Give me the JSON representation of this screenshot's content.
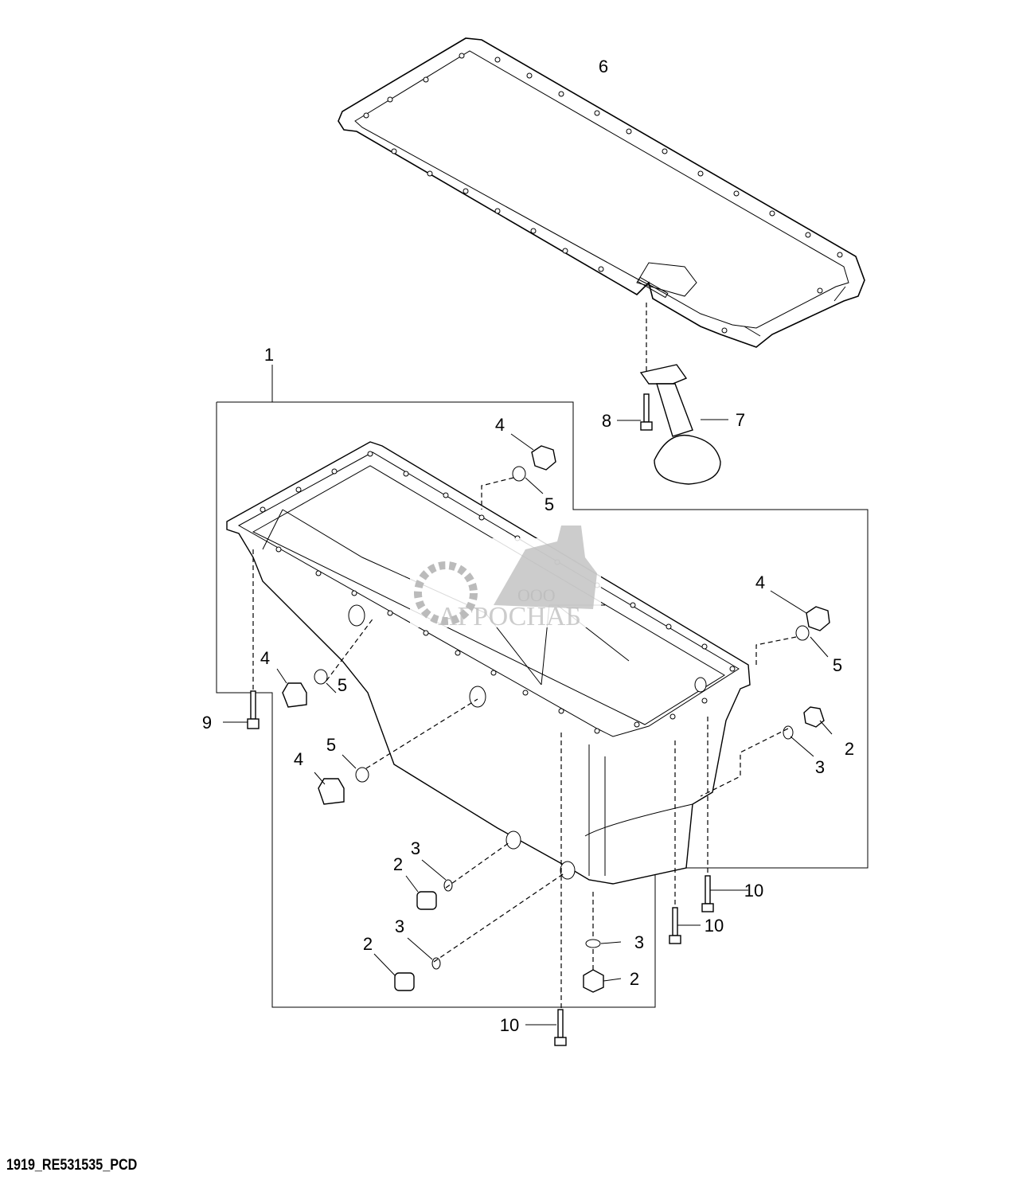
{
  "diagram": {
    "caption": "1919_RE531535_PCD",
    "watermark": {
      "prefix": "ООО",
      "name": "АГРОСНАБ"
    },
    "callouts": [
      "6",
      "1",
      "4",
      "5",
      "8",
      "7",
      "4",
      "5",
      "4",
      "5",
      "9",
      "2",
      "3",
      "5",
      "4",
      "3",
      "2",
      "10",
      "10",
      "3",
      "2",
      "3",
      "2",
      "10"
    ]
  }
}
